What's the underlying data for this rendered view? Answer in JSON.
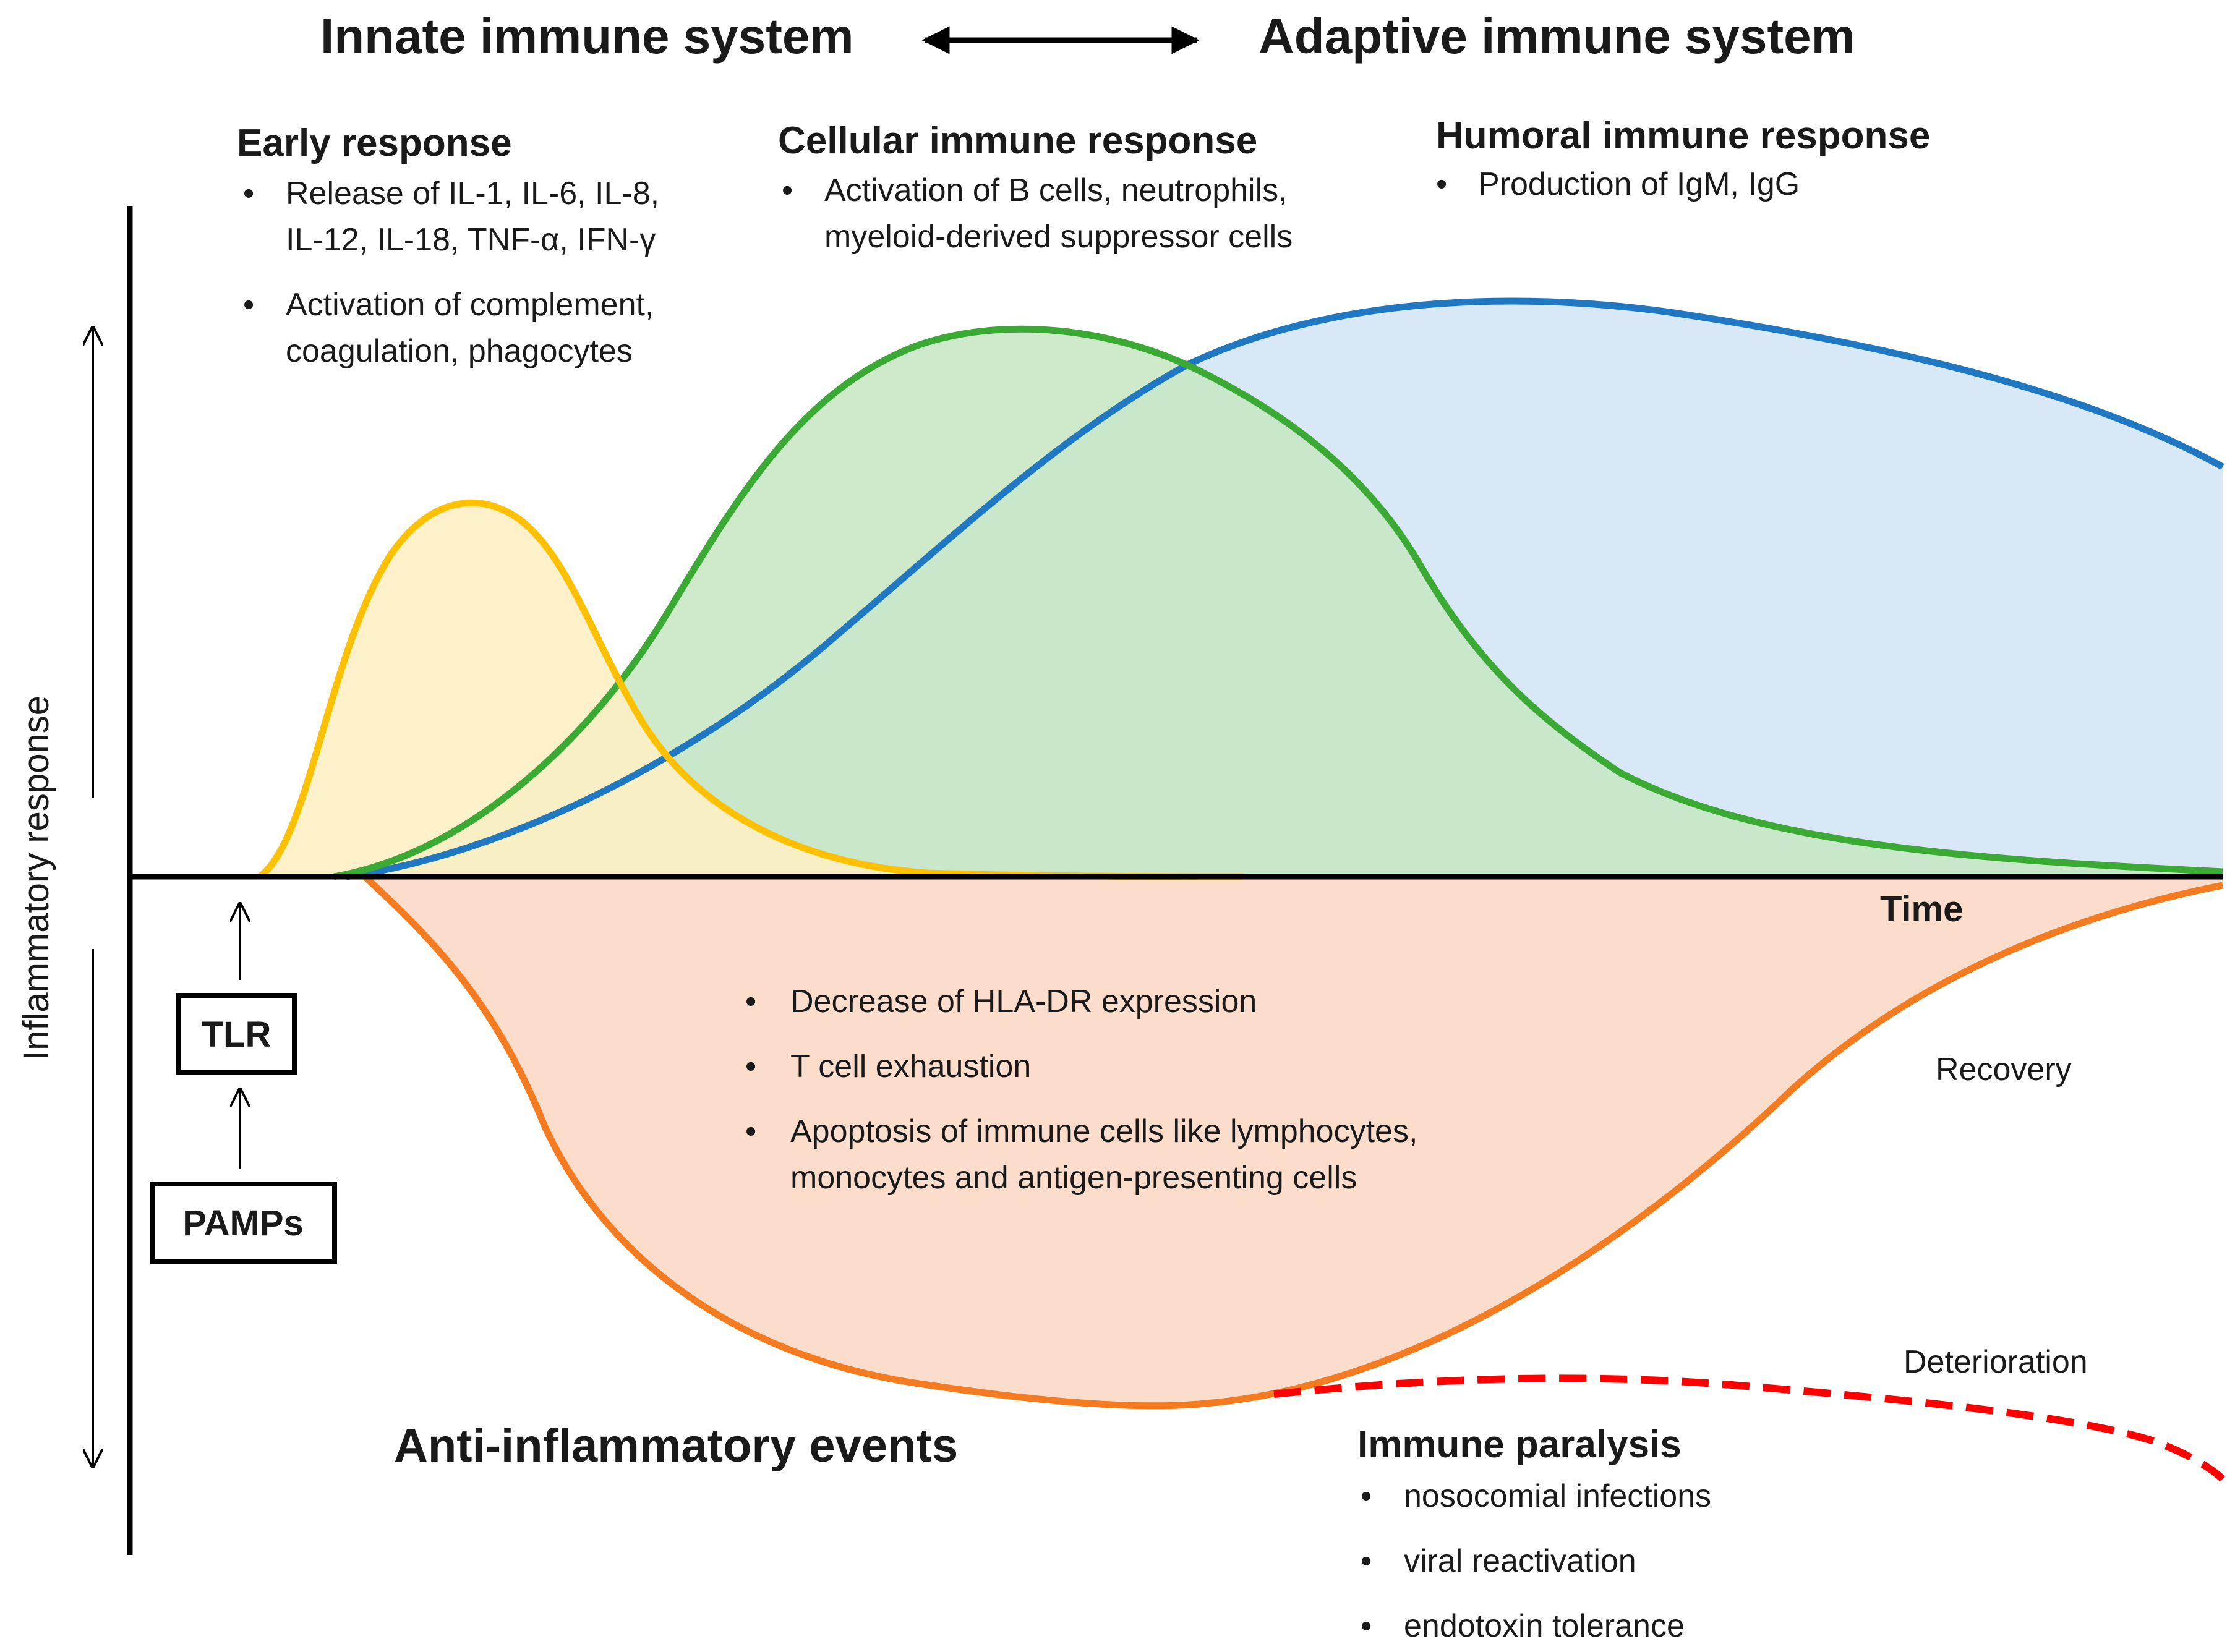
{
  "header": {
    "innate": "Innate immune system",
    "adaptive": "Adaptive immune system"
  },
  "early": {
    "title": "Early response",
    "bullet1_line1": "Release of IL-1, IL-6, IL-8,",
    "bullet1_line2": "IL-12, IL-18, TNF-α, IFN-γ",
    "bullet2_line1": "Activation of complement,",
    "bullet2_line2": "coagulation, phagocytes"
  },
  "cellular": {
    "title": "Cellular immune response",
    "bullet1_line1": "Activation of B cells, neutrophils,",
    "bullet1_line2": "myeloid-derived suppressor cells"
  },
  "humoral": {
    "title": "Humoral immune response",
    "bullet1": "Production of IgM, IgG"
  },
  "axis": {
    "y_label": "Inflammatory response",
    "x_label": "Time"
  },
  "triggers": {
    "tlr": "TLR",
    "pamps": "PAMPs"
  },
  "anti": {
    "bullet1": "Decrease of HLA-DR expression",
    "bullet2": "T cell exhaustion",
    "bullet3_line1": "Apoptosis of immune cells like lymphocytes,",
    "bullet3_line2": "monocytes and antigen-presenting cells",
    "title": "Anti-inflammatory events"
  },
  "outcomes": {
    "recovery": "Recovery",
    "deterioration": "Deterioration"
  },
  "paralysis": {
    "title": "Immune paralysis",
    "item1": "nosocomial infections",
    "item2": "viral reactivation",
    "item3": "endotoxin tolerance"
  },
  "colors": {
    "early_curve": "#FFC000",
    "early_fill": "#FDEFC4",
    "cellular_curve": "#3BAA35",
    "cellular_fill": "#C7E6C2",
    "humoral_curve": "#1F78C1",
    "humoral_fill": "#D8E8F6",
    "anti_curve": "#F47B20",
    "anti_fill": "#FCDDCB",
    "deterioration": "#FF0000",
    "axis": "#000000"
  },
  "icons": {
    "bullet": "bullet-dot",
    "header_arrow": "double-headed-arrow",
    "y_arrows": "double-headed-arrow-vertical",
    "trigger_arrows": "up-arrow"
  }
}
